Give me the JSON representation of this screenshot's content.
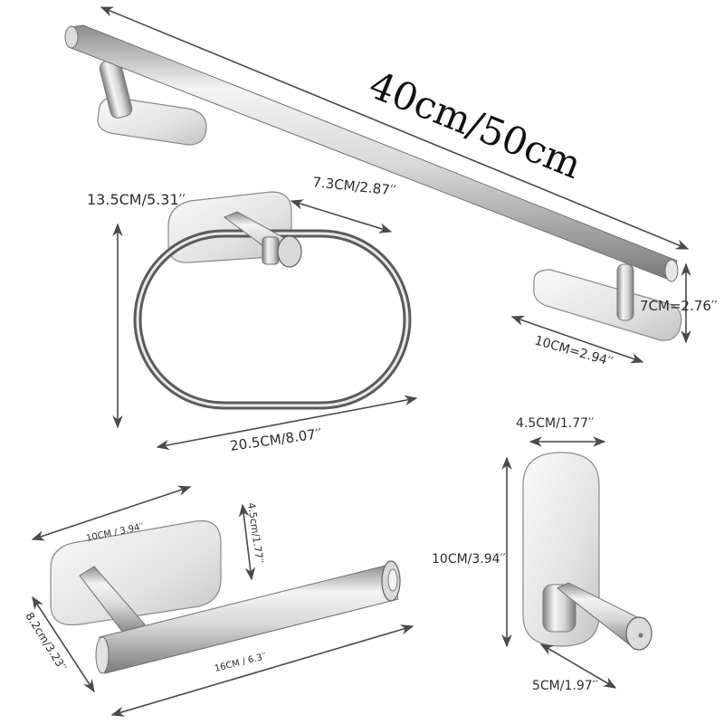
{
  "colors": {
    "steel_light": "#f2f2f2",
    "steel_mid": "#b9b9b9",
    "steel_dark": "#6e6e6e",
    "arrow": "#4a4a4a",
    "text": "#2b2b2b"
  },
  "towel_bar": {
    "length_label": "40cm/50cm",
    "height_label": "7CM=2.76′′",
    "base_label": "10CM=2.94′′"
  },
  "towel_ring": {
    "height_label": "13.5CM/5.31′′",
    "depth_label": "7.3CM/2.87′′",
    "width_label": "20.5CM/8.07′′"
  },
  "paper_holder": {
    "base_length_label": "10CM / 3.94′′",
    "base_width_label": "4.5cm/1.77′′",
    "depth_label": "8.2cm/3.23′′",
    "rod_length_label": "16CM / 6.3′′"
  },
  "robe_hook": {
    "width_label": "4.5CM/1.77′′",
    "height_label": "10CM/3.94′′",
    "depth_label": "5CM/1.97′′"
  }
}
